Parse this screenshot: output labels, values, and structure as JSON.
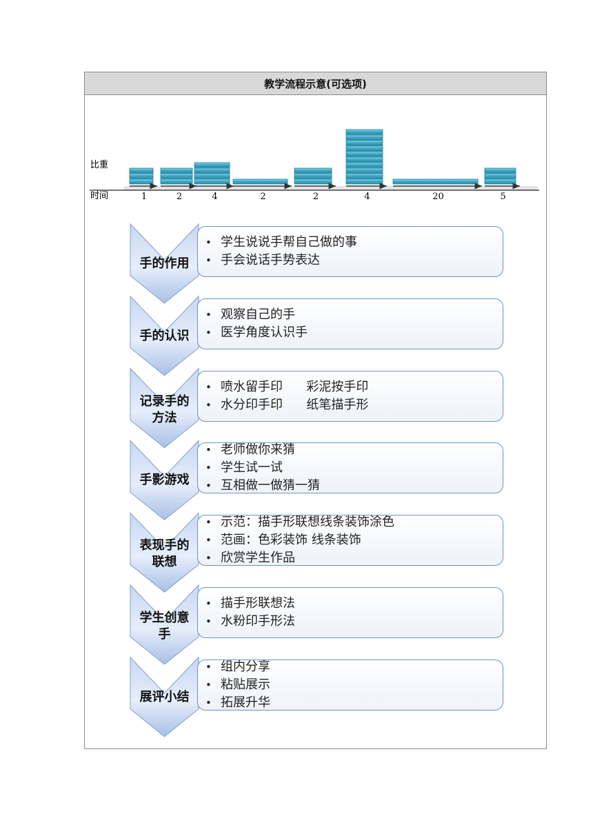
{
  "header": {
    "title": "教学流程示意(可选项)"
  },
  "chart_data": {
    "type": "bar",
    "y_axis_label": "比重",
    "x_axis_label": "时间",
    "times": [
      1,
      2,
      4,
      2,
      2,
      4,
      20,
      5
    ],
    "weights": [
      3,
      3,
      4,
      1,
      3,
      10,
      1,
      3
    ],
    "colors": {
      "bar": "#3aa7c4",
      "bar_dark": "#1f7d99",
      "arrow": "#333333"
    }
  },
  "steps": [
    {
      "label": "手的作用",
      "bullets": [
        "学生说说手帮自己做的事",
        "手会说话手势表达"
      ]
    },
    {
      "label": "手的认识",
      "bullets": [
        "观察自己的手",
        "医学角度认识手"
      ]
    },
    {
      "label": "记录手的方法",
      "label_lines": [
        "记录手的",
        "方法"
      ],
      "bullets": [
        "喷水留手印      彩泥按手印",
        "水分印手印      纸笔描手形"
      ]
    },
    {
      "label": "手影游戏",
      "bullets": [
        "老师做你来猜",
        "学生试一试",
        "互相做一做猜一猜"
      ]
    },
    {
      "label": "表现手的联想",
      "label_lines": [
        "表现手的",
        "联想"
      ],
      "bullets": [
        "示范：描手形联想线条装饰涂色",
        "范画：色彩装饰 线条装饰",
        "欣赏学生作品"
      ]
    },
    {
      "label": "学生创意手",
      "label_lines": [
        "学生创意",
        "手"
      ],
      "bullets": [
        "描手形联想法",
        "水粉印手形法"
      ]
    },
    {
      "label": "展评小结",
      "bullets": [
        "组内分享",
        "粘贴展示",
        "拓展升华"
      ]
    }
  ]
}
